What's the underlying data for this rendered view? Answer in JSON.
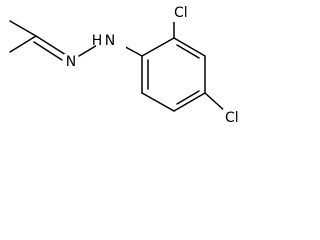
{
  "atoms": {
    "n_imine": "N",
    "n_amine": "N",
    "h_amine": "H",
    "cl_ortho": "Cl",
    "cl_para": "Cl"
  }
}
